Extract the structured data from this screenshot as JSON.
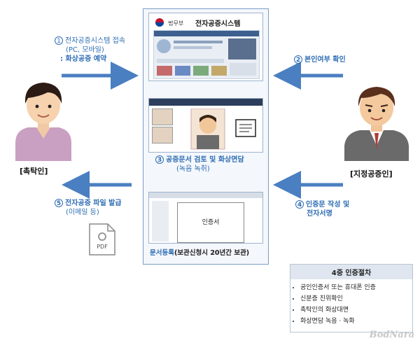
{
  "system": {
    "ministry_logo": "법무부",
    "title": "전자공증시스템"
  },
  "steps": {
    "s1": {
      "num": "1",
      "line1": "전자공증시스템 접속",
      "line2": "(PC, 모바일)",
      "line3": ": 화상공증 예약"
    },
    "s2": {
      "num": "2",
      "line1": "본인여부 확인"
    },
    "s3": {
      "num": "3",
      "line1": "공증문서 검토 및 화상면담",
      "line2": "(녹음 녹취)"
    },
    "s4": {
      "num": "4",
      "line1": "인증문 작성 및",
      "line2": "전자서명"
    },
    "s5": {
      "num": "5",
      "line1": "전자공증 파일 발급",
      "line2": "(이메일 등)"
    }
  },
  "actors": {
    "client": "[촉탁인]",
    "notary": "[지정공증인]"
  },
  "document_panel": {
    "doc_word": "인증서",
    "caption_highlight": "문서등록",
    "caption_rest": "(보관신청시 20년간 보관)"
  },
  "pdf_icon_label": "PDF",
  "legend": {
    "title": "4중 인증절차",
    "items": [
      "공인인증서 또는 휴대폰 인증",
      "신분증 진위확인",
      "촉탁인의 화상대면",
      "화상면담 녹음 · 녹화"
    ]
  },
  "watermark": "BodNara",
  "colors": {
    "arrow": "#4a7fc1",
    "step_text": "#2e6db4",
    "accent_highlight": "#2e6db4"
  }
}
